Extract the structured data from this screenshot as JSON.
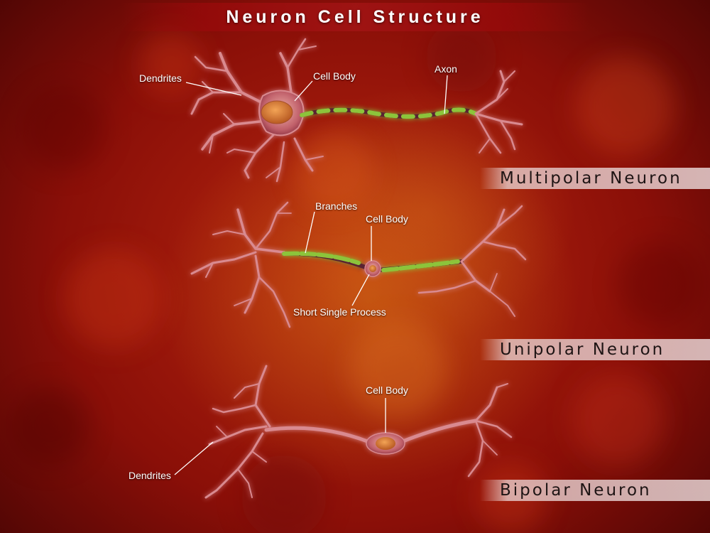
{
  "title": "Neuron Cell Structure",
  "neurons": [
    {
      "type_label": "Multipolar Neuron",
      "labels": {
        "dendrites": "Dendrites",
        "cell_body": "Cell Body",
        "axon": "Axon"
      }
    },
    {
      "type_label": "Unipolar Neuron",
      "labels": {
        "branches": "Branches",
        "cell_body": "Cell Body",
        "process": "Short Single Process"
      }
    },
    {
      "type_label": "Bipolar Neuron",
      "labels": {
        "cell_body": "Cell Body",
        "dendrites": "Dendrites"
      }
    }
  ],
  "colors": {
    "background": "#9b1a0c",
    "membrane": "#e9a6a0",
    "myelin": "#8cc43a",
    "nucleus": "#d9742e",
    "glow": "#ffb347"
  }
}
